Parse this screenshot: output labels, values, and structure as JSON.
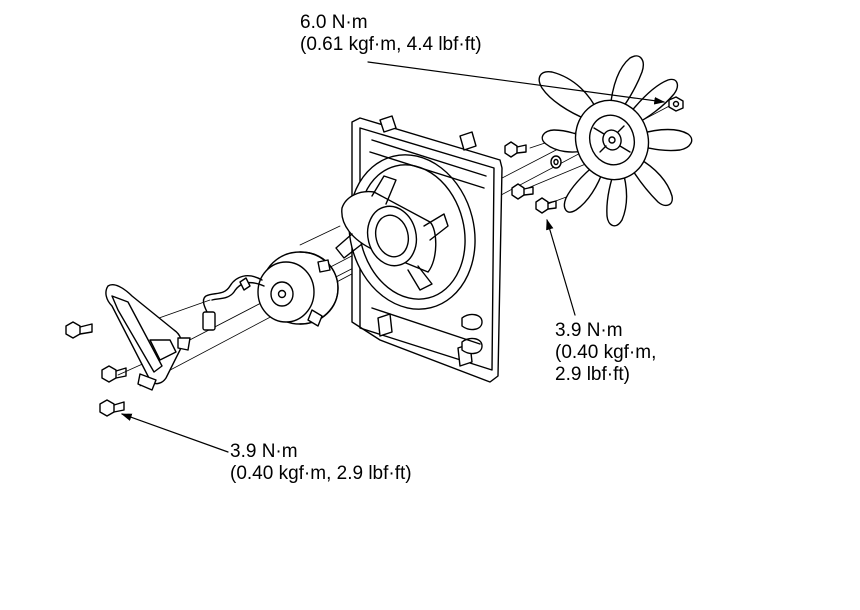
{
  "colors": {
    "line": "#000000",
    "background": "#ffffff"
  },
  "callouts": {
    "fan_nut": {
      "line1": "6.0 N·m",
      "line2": "(0.61 kgf·m, 4.4 lbf·ft)"
    },
    "shroud_bolt": {
      "line1": "3.9 N·m",
      "line2": "(0.40 kgf·m,",
      "line3": "2.9 lbf·ft)"
    },
    "cover_bolt": {
      "line1": "3.9 N·m",
      "line2": "(0.40 kgf·m, 2.9 lbf·ft)"
    }
  },
  "icons": [
    "fan-blade-icon",
    "fan-motor-icon",
    "fan-shroud-icon",
    "motor-cover-icon",
    "bolt-icon",
    "nut-icon",
    "leader-arrow-icon"
  ]
}
